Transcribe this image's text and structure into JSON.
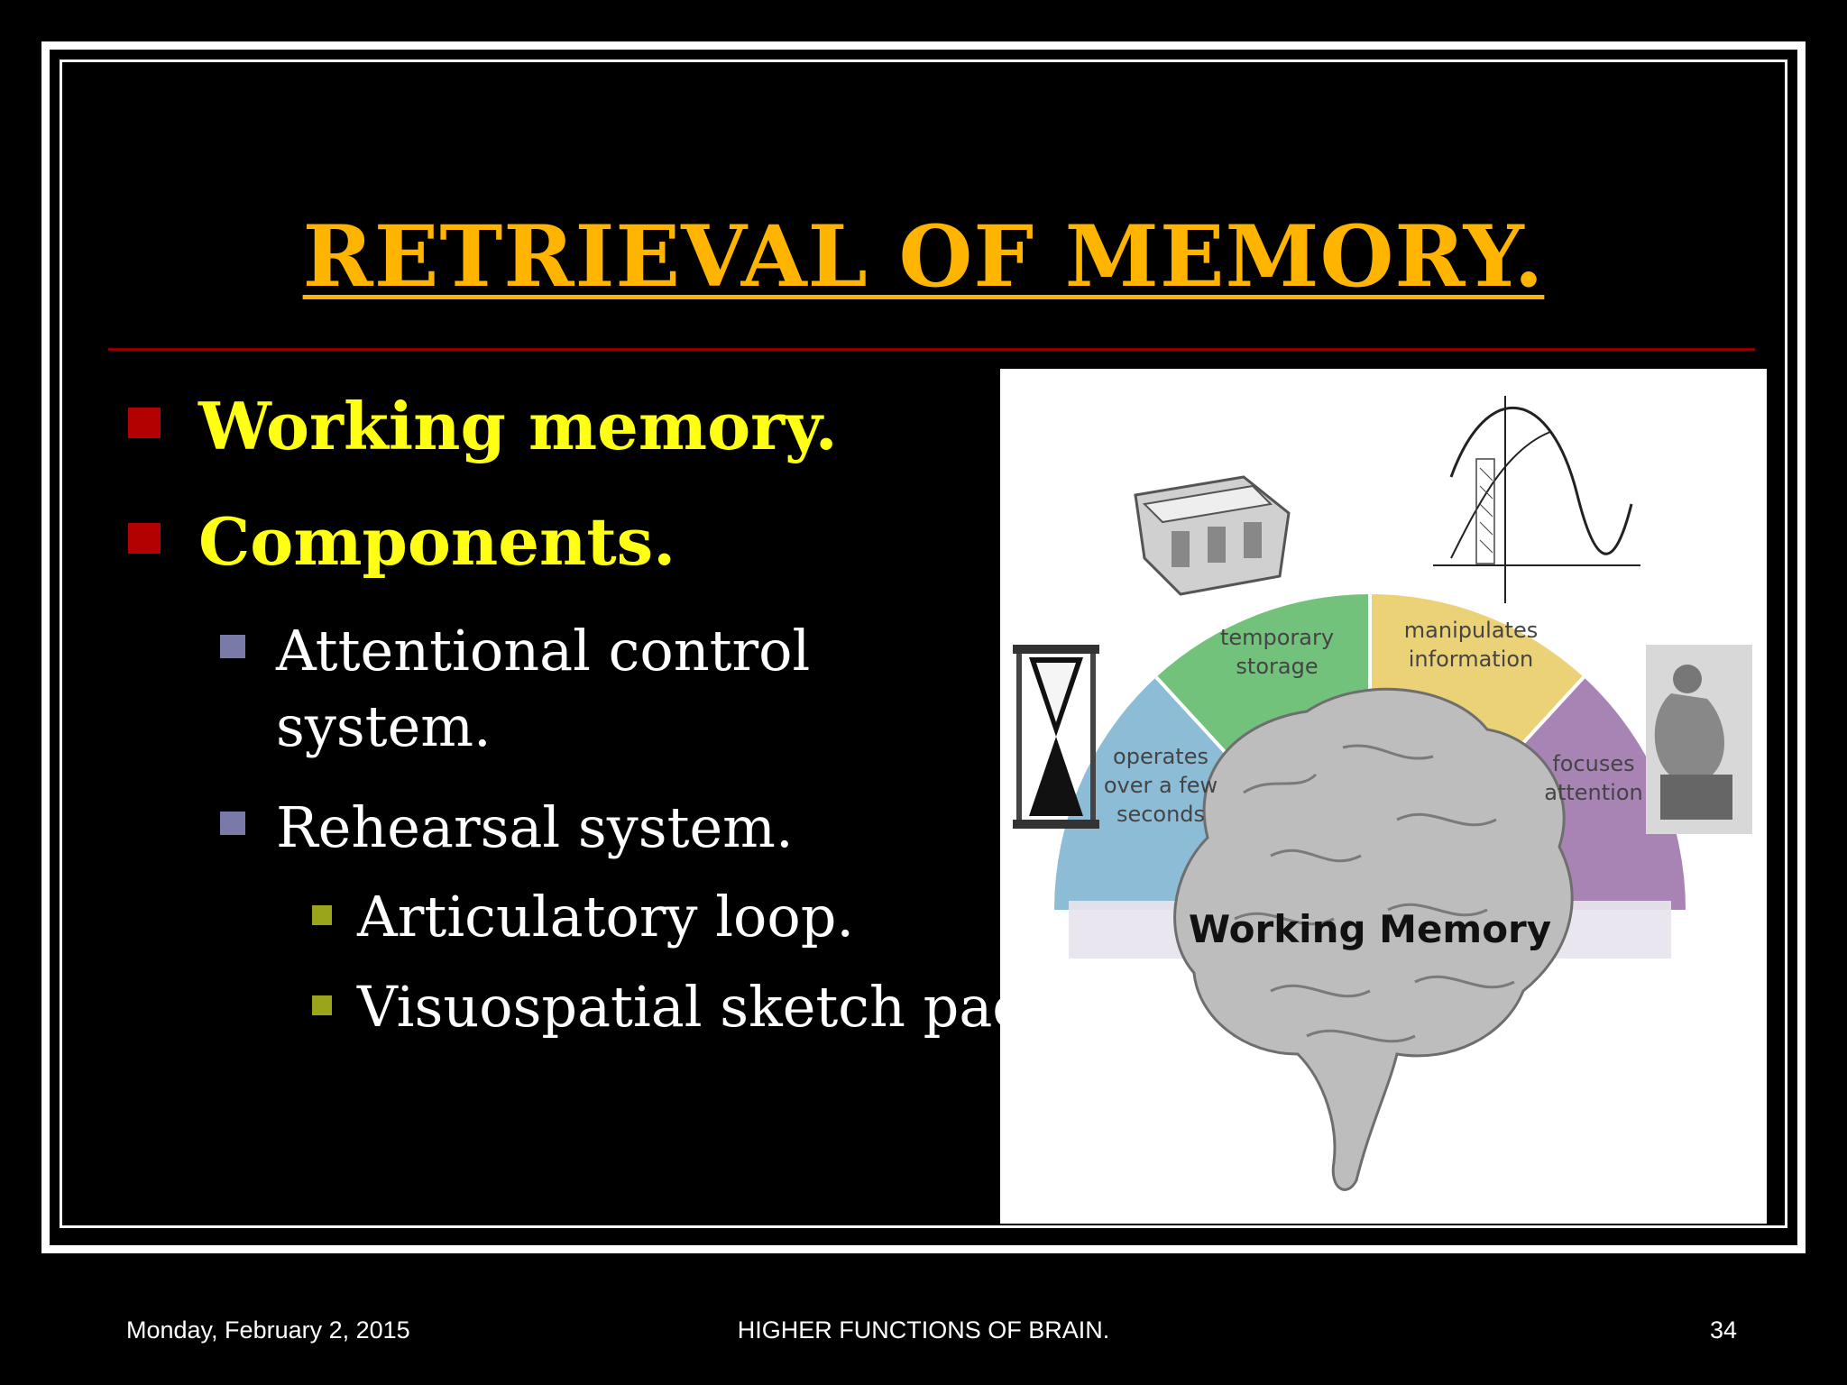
{
  "slide": {
    "title": "RETRIEVAL OF MEMORY.",
    "bullets": {
      "b1": "Working memory.",
      "b2": "Components.",
      "b2_1_line1": "Attentional control",
      "b2_1_line2": "system.",
      "b2_2": "Rehearsal system.",
      "b2_2_1": "Articulatory loop.",
      "b2_2_2": "Visuospatial sketch pad."
    },
    "colors": {
      "title": "#ffb400",
      "level1_text": "#ffff14",
      "level1_bullet": "#b30000",
      "level2_bullet": "#7a7aa8",
      "level3_bullet": "#9aa51a",
      "divider": "#8b0000"
    }
  },
  "figure": {
    "segments": {
      "s1_l1": "operates",
      "s1_l2": "over a few",
      "s1_l3": "seconds",
      "s2_l1": "temporary",
      "s2_l2": "storage",
      "s3_l1": "manipulates",
      "s3_l2": "information",
      "s4_l1": "focuses",
      "s4_l2": "attention"
    },
    "label": "Working Memory",
    "colors": {
      "blue": "#8cbcd6",
      "green": "#72c27c",
      "yellow": "#ecd276",
      "purple": "#a884b4"
    }
  },
  "footer": {
    "date": "Monday, February 2, 2015",
    "center": "HIGHER FUNCTIONS OF BRAIN.",
    "page": "34"
  }
}
